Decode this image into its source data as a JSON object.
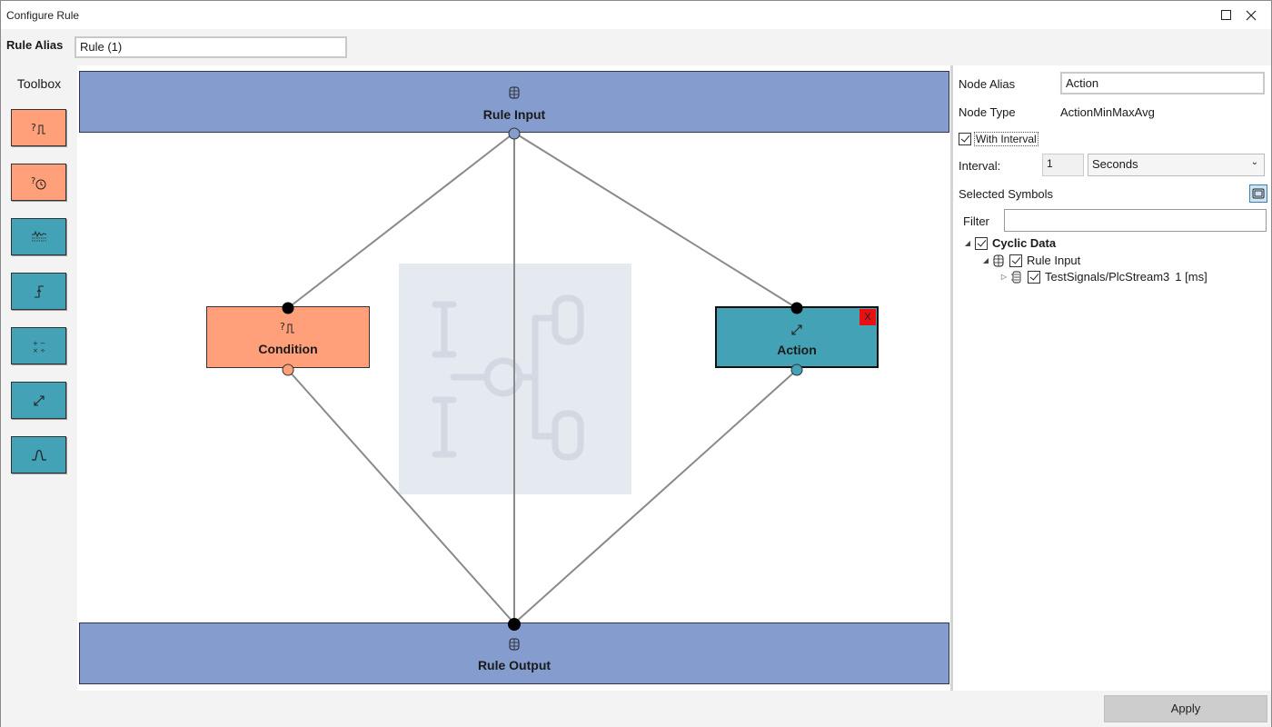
{
  "window": {
    "title": "Configure Rule"
  },
  "alias": {
    "label": "Rule Alias",
    "value": "Rule (1)"
  },
  "toolbox": {
    "title": "Toolbox",
    "tools": [
      {
        "icon": "condition-icon",
        "color": "#ffa07a"
      },
      {
        "icon": "timed-condition-icon",
        "color": "#ffa07a"
      },
      {
        "icon": "signal-icon",
        "color": "#43a2b6"
      },
      {
        "icon": "edge-icon",
        "color": "#43a2b6"
      },
      {
        "icon": "math-operators-icon",
        "color": "#43a2b6"
      },
      {
        "icon": "minmax-icon",
        "color": "#43a2b6"
      },
      {
        "icon": "peak-icon",
        "color": "#43a2b6"
      }
    ]
  },
  "canvas": {
    "rule_input": "Rule Input",
    "rule_output": "Rule Output",
    "condition": "Condition",
    "action": "Action",
    "delete_label": "X",
    "colors": {
      "io": "#859dce",
      "condition": "#ffa07a",
      "action": "#43a2b6",
      "delete": "#e81010"
    }
  },
  "properties": {
    "node_alias_label": "Node Alias",
    "node_alias_value": "Action",
    "node_type_label": "Node Type",
    "node_type_value": "ActionMinMaxAvg",
    "with_interval_label": "With Interval",
    "interval_label": "Interval:",
    "interval_value": "1",
    "interval_unit": "Seconds",
    "selected_symbols_label": "Selected Symbols",
    "filter_label": "Filter",
    "filter_value": "",
    "tree": {
      "root": "Cyclic Data",
      "child": "Rule Input",
      "leaf": "TestSignals/PlcStream3",
      "leaf_extra": "1 [ms]"
    }
  },
  "footer": {
    "apply_label": "Apply"
  }
}
